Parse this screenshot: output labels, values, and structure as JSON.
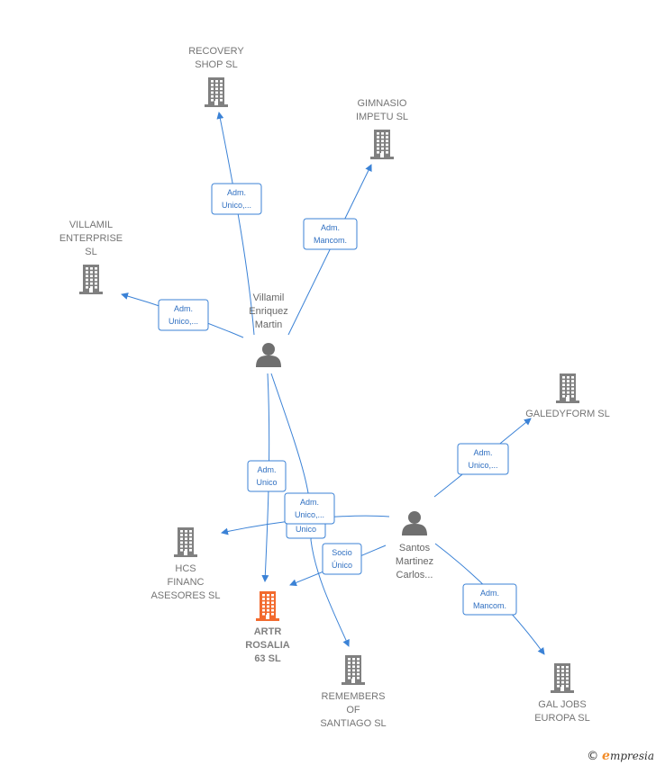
{
  "companies": [
    {
      "id": "recovery",
      "label": [
        "RECOVERY",
        "SHOP  SL"
      ],
      "highlight": false
    },
    {
      "id": "gimnasio",
      "label": [
        "GIMNASIO",
        "IMPETU  SL"
      ],
      "highlight": false
    },
    {
      "id": "villamil-ent",
      "label": [
        "VILLAMIL",
        "ENTERPRISE",
        "SL"
      ],
      "highlight": false
    },
    {
      "id": "galedyform",
      "label": [
        "GALEDYFORM SL"
      ],
      "highlight": false
    },
    {
      "id": "hcs",
      "label": [
        "HCS",
        "FINANC",
        "ASESORES  SL"
      ],
      "highlight": false
    },
    {
      "id": "artr",
      "label": [
        "ARTR",
        "ROSALIA",
        "63  SL"
      ],
      "highlight": true
    },
    {
      "id": "remembers",
      "label": [
        "REMEMBERS",
        "OF",
        "SANTIAGO  SL"
      ],
      "highlight": false
    },
    {
      "id": "galjobs",
      "label": [
        "GAL JOBS",
        "EUROPA  SL"
      ],
      "highlight": false
    }
  ],
  "persons": [
    {
      "id": "villamil",
      "label": [
        "Villamil",
        "Enriquez",
        "Martin"
      ]
    },
    {
      "id": "santos",
      "label": [
        "Santos",
        "Martinez",
        "Carlos..."
      ]
    }
  ],
  "edges": [
    {
      "id": "e1",
      "label": [
        "Adm.",
        "Unico,..."
      ]
    },
    {
      "id": "e2",
      "label": [
        "Adm.",
        "Mancom."
      ]
    },
    {
      "id": "e3",
      "label": [
        "Adm.",
        "Unico,..."
      ]
    },
    {
      "id": "e4",
      "label": [
        "Adm.",
        "Unico"
      ]
    },
    {
      "id": "e5",
      "label": [
        "Unico"
      ]
    },
    {
      "id": "e6",
      "label": [
        "Adm.",
        "Unico,..."
      ]
    },
    {
      "id": "e7",
      "label": [
        "Adm.",
        "Unico,..."
      ]
    },
    {
      "id": "e8",
      "label": [
        "Socio",
        "Único"
      ]
    },
    {
      "id": "e9",
      "label": [
        "Adm.",
        "Mancom."
      ]
    }
  ],
  "colors": {
    "edge": "#3b82d6",
    "building": "#808080",
    "highlight": "#f26a2e"
  },
  "icons": {
    "company": "building-icon",
    "person": "person-icon"
  },
  "footer": {
    "copyright_symbol": "©",
    "brand_initial": "e",
    "brand_rest": "mpresia"
  }
}
